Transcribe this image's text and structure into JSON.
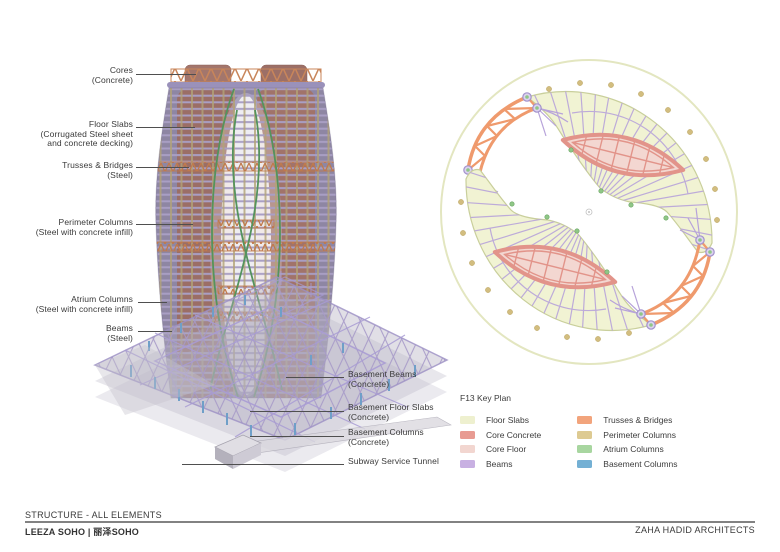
{
  "annotations": {
    "left": [
      {
        "lines": [
          "Cores",
          "(Concrete)"
        ]
      },
      {
        "lines": [
          "Floor Slabs",
          "(Corrugated Steel sheet",
          "and concrete decking)"
        ]
      },
      {
        "lines": [
          "Trusses & Bridges",
          "(Steel)"
        ]
      },
      {
        "lines": [
          "Perimeter Columns",
          "(Steel with concrete infill)"
        ]
      },
      {
        "lines": [
          "Atrium Columns",
          "(Steel with concrete infill)"
        ]
      },
      {
        "lines": [
          "Beams",
          "(Steel)"
        ]
      }
    ],
    "right": [
      {
        "lines": [
          "Basement Beams",
          "(Concrete)"
        ]
      },
      {
        "lines": [
          "Basement Floor Slabs",
          "(Concrete)"
        ]
      },
      {
        "lines": [
          "Basement Columns",
          "(Concrete)"
        ]
      },
      {
        "lines": [
          "Subway Service Tunnel"
        ]
      }
    ]
  },
  "legend": {
    "title": "F13 Key Plan",
    "items": [
      {
        "label": "Floor Slabs",
        "color": "#eef0cf"
      },
      {
        "label": "Core Concrete",
        "color": "#e89b92"
      },
      {
        "label": "Core Floor",
        "color": "#f2d6d0"
      },
      {
        "label": "Beams",
        "color": "#c8b0e2"
      },
      {
        "label": "Trusses & Bridges",
        "color": "#f2a47c"
      },
      {
        "label": "Perimeter Columns",
        "color": "#ddca92"
      },
      {
        "label": "Atrium Columns",
        "color": "#a8d6a0"
      },
      {
        "label": "Basement Columns",
        "color": "#74b0d4"
      }
    ]
  },
  "footer": {
    "drawing_title": "STRUCTURE - ALL ELEMENTS",
    "project": "LEEZA SOHO | 丽泽SOHO",
    "firm": "ZAHA HADID ARCHITECTS"
  }
}
